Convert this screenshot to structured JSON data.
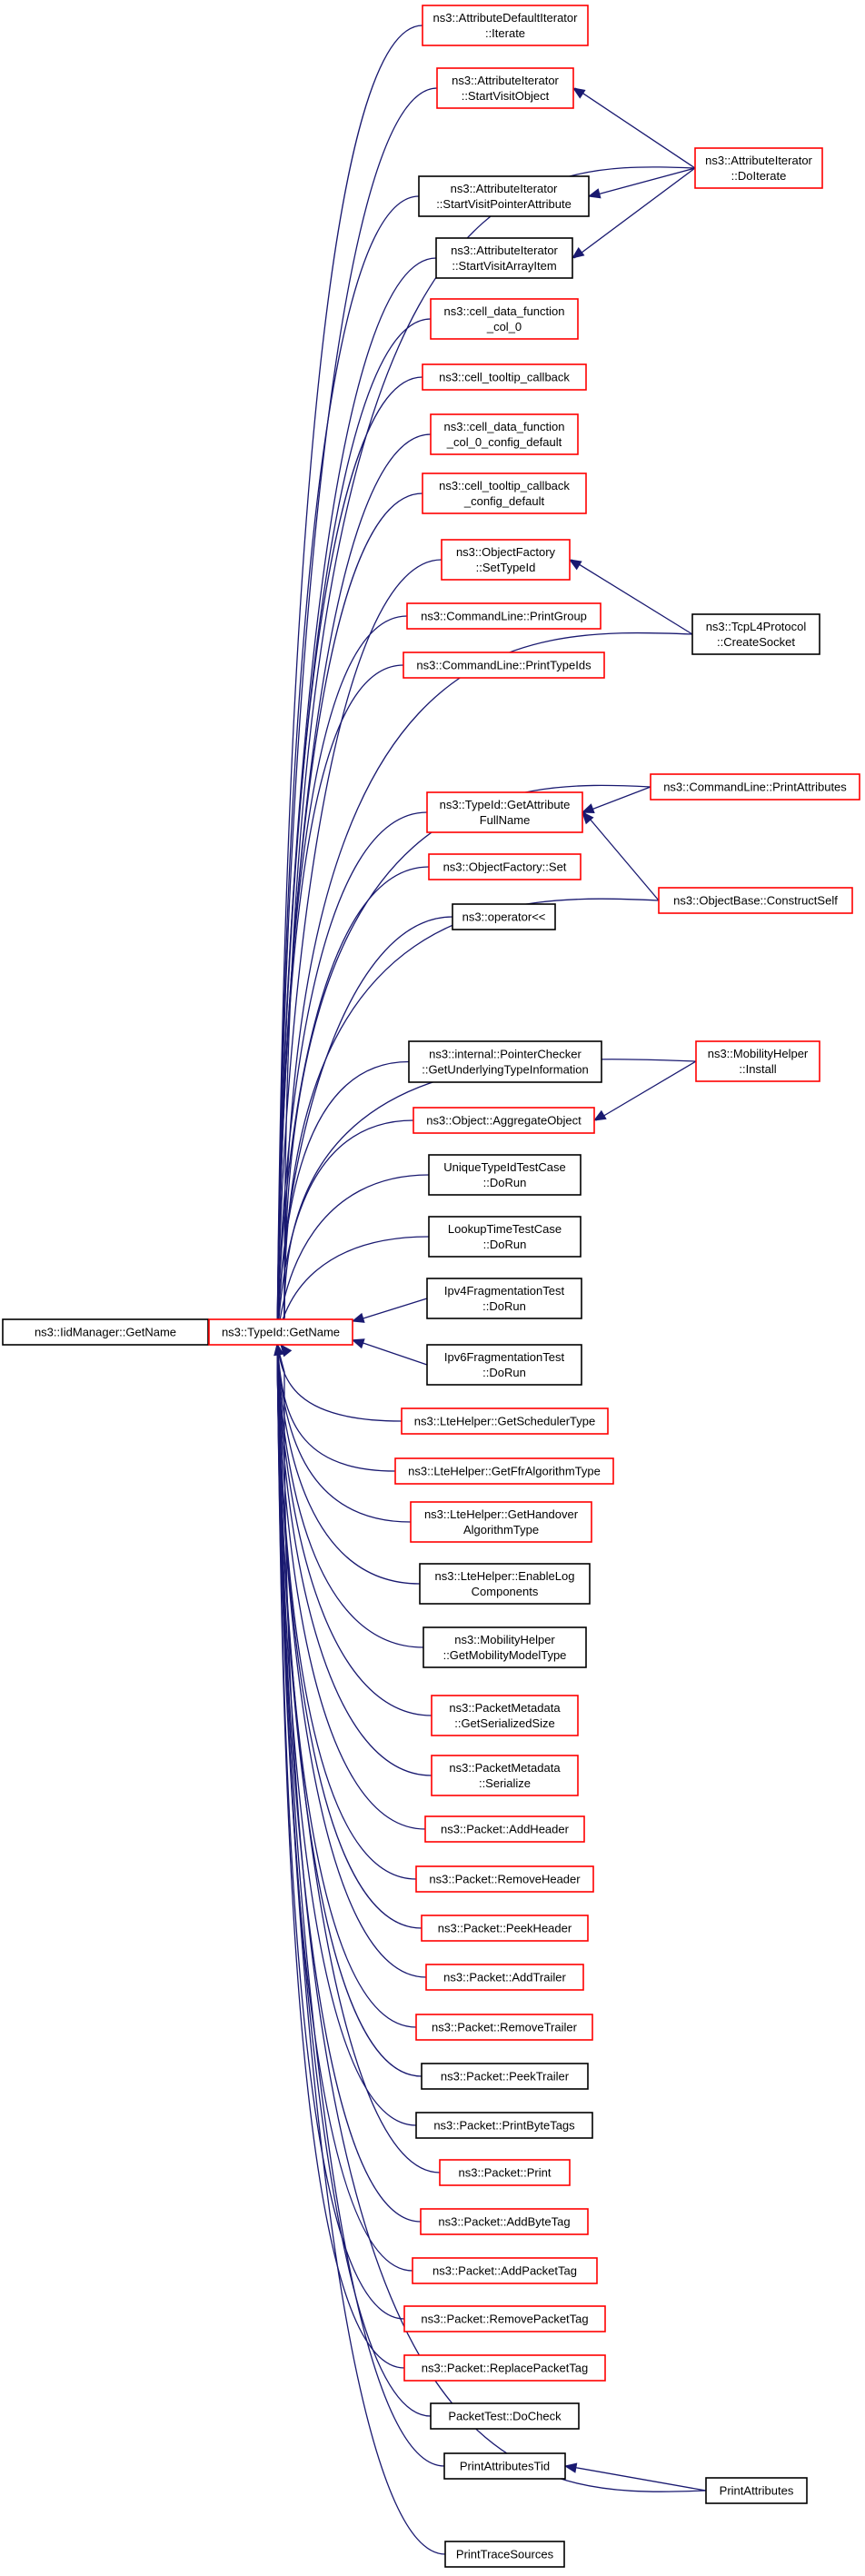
{
  "colors": {
    "edge": "#191970",
    "border_red": "#ff0000",
    "border_black": "#000000",
    "root_fill": "#bfbfbf"
  },
  "nodes": [
    {
      "id": "root",
      "lines": [
        "ns3::IidManager::GetName"
      ],
      "border": "black",
      "fill": "gray"
    },
    {
      "id": "typeid_getname",
      "lines": [
        "ns3::TypeId::GetName"
      ],
      "border": "red"
    },
    {
      "id": "adi_iterate",
      "lines": [
        "ns3::AttributeDefaultIterator",
        "::Iterate"
      ],
      "border": "red"
    },
    {
      "id": "ai_startvisitobject",
      "lines": [
        "ns3::AttributeIterator",
        "::StartVisitObject"
      ],
      "border": "red"
    },
    {
      "id": "ai_startvisitpointer",
      "lines": [
        "ns3::AttributeIterator",
        "::StartVisitPointerAttribute"
      ],
      "border": "black"
    },
    {
      "id": "ai_startvisitarray",
      "lines": [
        "ns3::AttributeIterator",
        "::StartVisitArrayItem"
      ],
      "border": "black"
    },
    {
      "id": "cell_data_col0",
      "lines": [
        "ns3::cell_data_function",
        "_col_0"
      ],
      "border": "red"
    },
    {
      "id": "cell_tooltip",
      "lines": [
        "ns3::cell_tooltip_callback"
      ],
      "border": "red"
    },
    {
      "id": "cell_data_col0_cfg",
      "lines": [
        "ns3::cell_data_function",
        "_col_0_config_default"
      ],
      "border": "red"
    },
    {
      "id": "cell_tooltip_cfg",
      "lines": [
        "ns3::cell_tooltip_callback",
        "_config_default"
      ],
      "border": "red"
    },
    {
      "id": "objfactory_settypeid",
      "lines": [
        "ns3::ObjectFactory",
        "::SetTypeId"
      ],
      "border": "red"
    },
    {
      "id": "cmd_printgroup",
      "lines": [
        "ns3::CommandLine::PrintGroup"
      ],
      "border": "red"
    },
    {
      "id": "cmd_printtypeids",
      "lines": [
        "ns3::CommandLine::PrintTypeIds"
      ],
      "border": "red"
    },
    {
      "id": "typeid_getattrfull",
      "lines": [
        "ns3::TypeId::GetAttribute",
        "FullName"
      ],
      "border": "red"
    },
    {
      "id": "objfactory_set",
      "lines": [
        "ns3::ObjectFactory::Set"
      ],
      "border": "red"
    },
    {
      "id": "operator_ll",
      "lines": [
        "ns3::operator<<"
      ],
      "border": "black"
    },
    {
      "id": "pointerchecker",
      "lines": [
        "ns3::internal::PointerChecker",
        "::GetUnderlyingTypeInformation"
      ],
      "border": "black"
    },
    {
      "id": "object_aggregate",
      "lines": [
        "ns3::Object::AggregateObject"
      ],
      "border": "red"
    },
    {
      "id": "uniquetypeid",
      "lines": [
        "UniqueTypeIdTestCase",
        "::DoRun"
      ],
      "border": "black"
    },
    {
      "id": "lookuptime",
      "lines": [
        "LookupTimeTestCase",
        "::DoRun"
      ],
      "border": "black"
    },
    {
      "id": "ipv4frag",
      "lines": [
        "Ipv4FragmentationTest",
        "::DoRun"
      ],
      "border": "black"
    },
    {
      "id": "ipv6frag",
      "lines": [
        "Ipv6FragmentationTest",
        "::DoRun"
      ],
      "border": "black"
    },
    {
      "id": "lte_scheduler",
      "lines": [
        "ns3::LteHelper::GetSchedulerType"
      ],
      "border": "red"
    },
    {
      "id": "lte_ffr",
      "lines": [
        "ns3::LteHelper::GetFfrAlgorithmType"
      ],
      "border": "red"
    },
    {
      "id": "lte_handover",
      "lines": [
        "ns3::LteHelper::GetHandover",
        "AlgorithmType"
      ],
      "border": "red"
    },
    {
      "id": "lte_enablelog",
      "lines": [
        "ns3::LteHelper::EnableLog",
        "Components"
      ],
      "border": "black"
    },
    {
      "id": "mobility_model",
      "lines": [
        "ns3::MobilityHelper",
        "::GetMobilityModelType"
      ],
      "border": "black"
    },
    {
      "id": "pm_serializedsize",
      "lines": [
        "ns3::PacketMetadata",
        "::GetSerializedSize"
      ],
      "border": "red"
    },
    {
      "id": "pm_serialize",
      "lines": [
        "ns3::PacketMetadata",
        "::Serialize"
      ],
      "border": "red"
    },
    {
      "id": "pkt_addheader",
      "lines": [
        "ns3::Packet::AddHeader"
      ],
      "border": "red"
    },
    {
      "id": "pkt_removeheader",
      "lines": [
        "ns3::Packet::RemoveHeader"
      ],
      "border": "red"
    },
    {
      "id": "pkt_peekheader",
      "lines": [
        "ns3::Packet::PeekHeader"
      ],
      "border": "red"
    },
    {
      "id": "pkt_addtrailer",
      "lines": [
        "ns3::Packet::AddTrailer"
      ],
      "border": "red"
    },
    {
      "id": "pkt_removetrailer",
      "lines": [
        "ns3::Packet::RemoveTrailer"
      ],
      "border": "red"
    },
    {
      "id": "pkt_peektrailer",
      "lines": [
        "ns3::Packet::PeekTrailer"
      ],
      "border": "black"
    },
    {
      "id": "pkt_printbytetags",
      "lines": [
        "ns3::Packet::PrintByteTags"
      ],
      "border": "black"
    },
    {
      "id": "pkt_print",
      "lines": [
        "ns3::Packet::Print"
      ],
      "border": "red"
    },
    {
      "id": "pkt_addbytetag",
      "lines": [
        "ns3::Packet::AddByteTag"
      ],
      "border": "red"
    },
    {
      "id": "pkt_addpackettag",
      "lines": [
        "ns3::Packet::AddPacketTag"
      ],
      "border": "red"
    },
    {
      "id": "pkt_removepackettag",
      "lines": [
        "ns3::Packet::RemovePacketTag"
      ],
      "border": "red"
    },
    {
      "id": "pkt_replacepackettag",
      "lines": [
        "ns3::Packet::ReplacePacketTag"
      ],
      "border": "red"
    },
    {
      "id": "packettest_docheck",
      "lines": [
        "PacketTest::DoCheck"
      ],
      "border": "black"
    },
    {
      "id": "printattributestid",
      "lines": [
        "PrintAttributesTid"
      ],
      "border": "black"
    },
    {
      "id": "printtracesources",
      "lines": [
        "PrintTraceSources"
      ],
      "border": "black"
    },
    {
      "id": "ai_doiterate",
      "lines": [
        "ns3::AttributeIterator",
        "::DoIterate"
      ],
      "border": "red"
    },
    {
      "id": "tcpl4_createsocket",
      "lines": [
        "ns3::TcpL4Protocol",
        "::CreateSocket"
      ],
      "border": "black"
    },
    {
      "id": "cmd_printattributes",
      "lines": [
        "ns3::CommandLine::PrintAttributes"
      ],
      "border": "red"
    },
    {
      "id": "objectbase_constructself",
      "lines": [
        "ns3::ObjectBase::ConstructSelf"
      ],
      "border": "red"
    },
    {
      "id": "mobility_install",
      "lines": [
        "ns3::MobilityHelper",
        "::Install"
      ],
      "border": "red"
    },
    {
      "id": "printattributes",
      "lines": [
        "PrintAttributes"
      ],
      "border": "black"
    }
  ],
  "edges": [
    [
      "typeid_getname",
      "root"
    ],
    [
      "adi_iterate",
      "typeid_getname"
    ],
    [
      "ai_startvisitobject",
      "typeid_getname"
    ],
    [
      "ai_startvisitpointer",
      "typeid_getname"
    ],
    [
      "ai_startvisitarray",
      "typeid_getname"
    ],
    [
      "cell_data_col0",
      "typeid_getname"
    ],
    [
      "cell_tooltip",
      "typeid_getname"
    ],
    [
      "cell_data_col0_cfg",
      "typeid_getname"
    ],
    [
      "cell_tooltip_cfg",
      "typeid_getname"
    ],
    [
      "objfactory_settypeid",
      "typeid_getname"
    ],
    [
      "cmd_printgroup",
      "typeid_getname"
    ],
    [
      "cmd_printtypeids",
      "typeid_getname"
    ],
    [
      "typeid_getattrfull",
      "typeid_getname"
    ],
    [
      "objfactory_set",
      "typeid_getname"
    ],
    [
      "operator_ll",
      "typeid_getname"
    ],
    [
      "pointerchecker",
      "typeid_getname"
    ],
    [
      "object_aggregate",
      "typeid_getname"
    ],
    [
      "uniquetypeid",
      "typeid_getname"
    ],
    [
      "lookuptime",
      "typeid_getname"
    ],
    [
      "ipv4frag",
      "typeid_getname"
    ],
    [
      "ipv6frag",
      "typeid_getname"
    ],
    [
      "lte_scheduler",
      "typeid_getname"
    ],
    [
      "lte_ffr",
      "typeid_getname"
    ],
    [
      "lte_handover",
      "typeid_getname"
    ],
    [
      "lte_enablelog",
      "typeid_getname"
    ],
    [
      "mobility_model",
      "typeid_getname"
    ],
    [
      "pm_serializedsize",
      "typeid_getname"
    ],
    [
      "pm_serialize",
      "typeid_getname"
    ],
    [
      "pkt_addheader",
      "typeid_getname"
    ],
    [
      "pkt_removeheader",
      "typeid_getname"
    ],
    [
      "pkt_peekheader",
      "typeid_getname"
    ],
    [
      "pkt_addtrailer",
      "typeid_getname"
    ],
    [
      "pkt_removetrailer",
      "typeid_getname"
    ],
    [
      "pkt_peektrailer",
      "typeid_getname"
    ],
    [
      "pkt_printbytetags",
      "typeid_getname"
    ],
    [
      "pkt_print",
      "typeid_getname"
    ],
    [
      "pkt_addbytetag",
      "typeid_getname"
    ],
    [
      "pkt_addpackettag",
      "typeid_getname"
    ],
    [
      "pkt_removepackettag",
      "typeid_getname"
    ],
    [
      "pkt_replacepackettag",
      "typeid_getname"
    ],
    [
      "packettest_docheck",
      "typeid_getname"
    ],
    [
      "printattributestid",
      "typeid_getname"
    ],
    [
      "printtracesources",
      "typeid_getname"
    ],
    [
      "ai_doiterate",
      "typeid_getname"
    ],
    [
      "tcpl4_createsocket",
      "typeid_getname"
    ],
    [
      "cmd_printattributes",
      "typeid_getname"
    ],
    [
      "objectbase_constructself",
      "typeid_getname"
    ],
    [
      "mobility_install",
      "typeid_getname"
    ],
    [
      "printattributes",
      "typeid_getname"
    ],
    [
      "ai_doiterate",
      "ai_startvisitobject"
    ],
    [
      "ai_doiterate",
      "ai_startvisitpointer"
    ],
    [
      "ai_doiterate",
      "ai_startvisitarray"
    ],
    [
      "tcpl4_createsocket",
      "objfactory_settypeid"
    ],
    [
      "cmd_printattributes",
      "typeid_getattrfull"
    ],
    [
      "objectbase_constructself",
      "typeid_getattrfull"
    ],
    [
      "mobility_install",
      "object_aggregate"
    ],
    [
      "printattributes",
      "printattributestid"
    ]
  ]
}
